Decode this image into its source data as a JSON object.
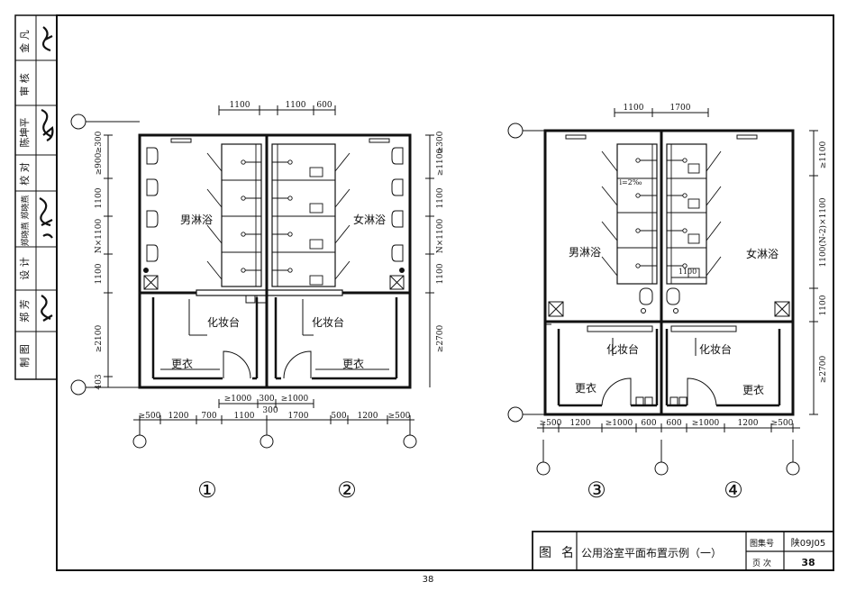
{
  "page_number": "38",
  "title_block": {
    "label_1": "图",
    "label_2": "名",
    "title": "公用浴室平面布置示例（一）",
    "atlas_label": "图集号",
    "atlas_value": "陕09J05",
    "page_label": "页 次",
    "page_value": "38"
  },
  "signoff": [
    {
      "label": "金 凡",
      "sig": "金凡"
    },
    {
      "label": "审 核",
      "sig": ""
    },
    {
      "label": "陈坤平",
      "sig": "陈坤平"
    },
    {
      "label": "校 对",
      "sig": ""
    },
    {
      "label": "郑晓燕 郑晓燕",
      "sig": "郑晓燕"
    },
    {
      "label": "设 计",
      "sig": ""
    },
    {
      "label": "郑 芳",
      "sig": "郑芳"
    },
    {
      "label": "制 图",
      "sig": ""
    }
  ],
  "plans": [
    {
      "number": "①",
      "shower": "男淋浴",
      "vanity": "化妆台",
      "changing": "更衣"
    },
    {
      "number": "②",
      "shower": "女淋浴",
      "vanity": "化妆台",
      "changing": "更衣"
    },
    {
      "number": "③",
      "shower": "男淋浴",
      "vanity": "化妆台",
      "changing": "更衣"
    },
    {
      "number": "④",
      "shower": "女淋浴",
      "vanity": "化妆台",
      "changing": "更衣"
    }
  ],
  "dims_top_left": [
    "1100",
    "1100",
    "600"
  ],
  "dims_top_right": [
    "1100",
    "1700"
  ],
  "dims_left_12": [
    "≥300",
    "≥900",
    "1100",
    "N×1100",
    "1100",
    "≥2100",
    "403"
  ],
  "dims_right_12": [
    "≥300",
    "≥1100",
    "1100",
    "N×1100",
    "1100",
    "≥2700"
  ],
  "dims_right_34": [
    "≥1100",
    "1100(N-2)×1100",
    "1100",
    "≥2700"
  ],
  "dims_bottom_12_inner": [
    "≥1000",
    "300",
    "≥1000",
    "300"
  ],
  "dims_bottom_12": [
    "≥500",
    "1200",
    "700",
    "1100",
    "1700",
    "500",
    "1200",
    "≥500"
  ],
  "dims_bottom_34": [
    "≥500",
    "1200",
    "≥1000",
    "600",
    "600",
    "≥1000",
    "1200",
    "≥500"
  ],
  "slope_note": "i=2‰",
  "inner_1100": "1100"
}
